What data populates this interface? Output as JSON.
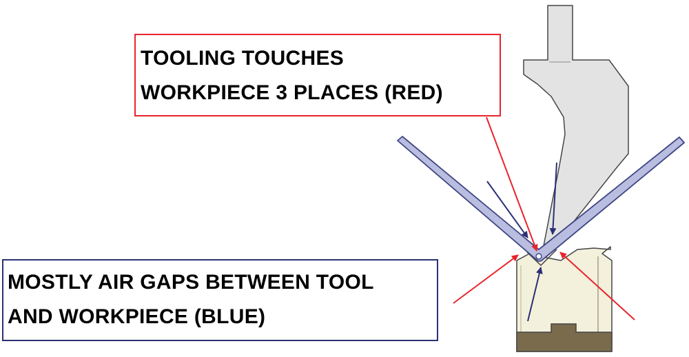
{
  "callout_red": {
    "line1": "TOOLING TOUCHES",
    "line2": "WORKPIECE 3 PLACES (RED)"
  },
  "callout_blue": {
    "line1": "MOSTLY AIR GAPS BETWEEN TOOL",
    "line2": "AND WORKPIECE  (BLUE)"
  },
  "colors": {
    "contact_arrows": "#e8242b",
    "gap_arrows": "#2a2f75",
    "tooling_fill": "#e3e3e3",
    "die_fill": "#f3f0dc",
    "die_base_fill": "#7a6b4d",
    "workpiece_fill": "#b9bde0",
    "workpiece_stroke": "#3f4682"
  }
}
